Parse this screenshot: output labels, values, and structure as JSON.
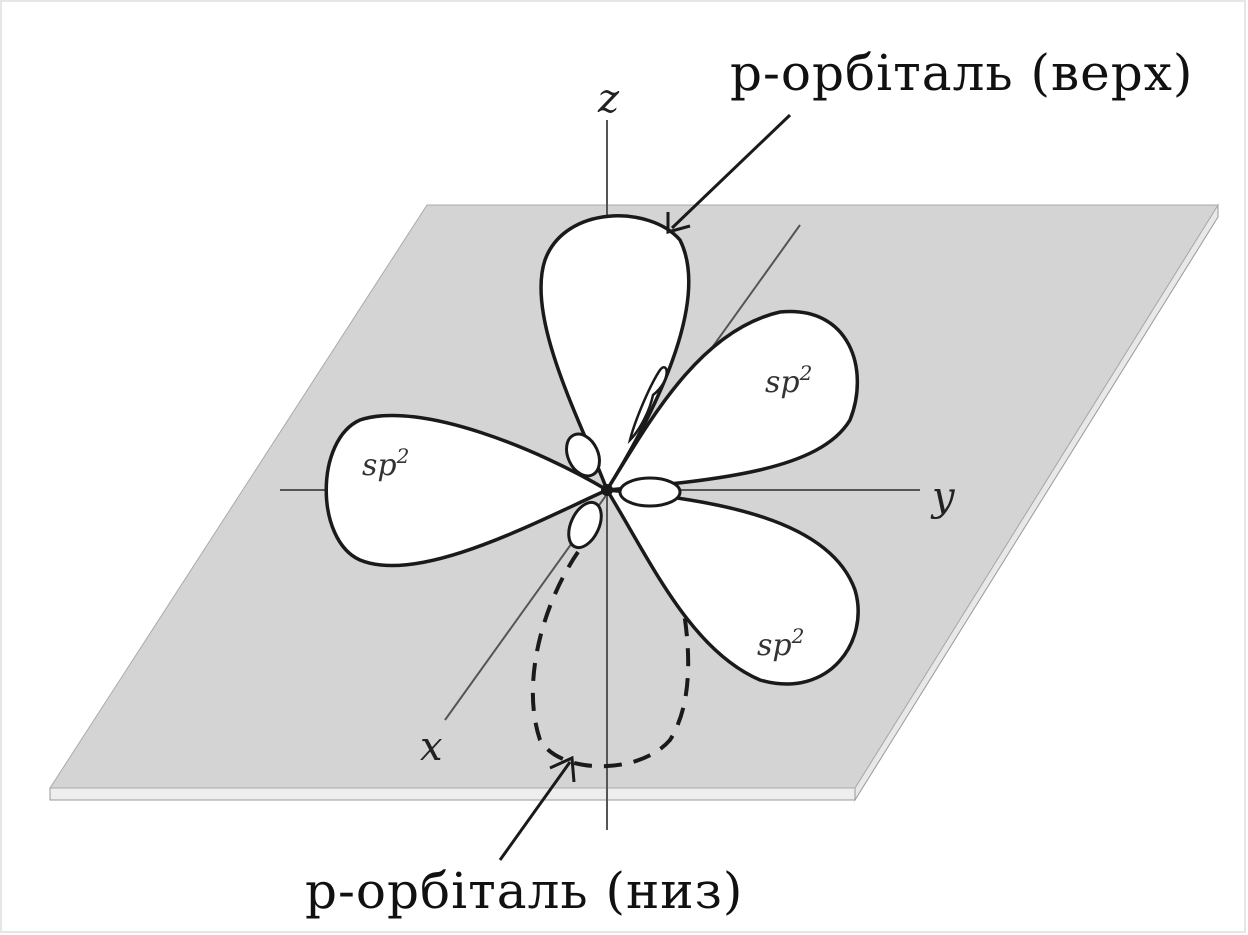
{
  "labels": {
    "p_top": "p-орбіталь (верх)",
    "p_bottom": "p-орбіталь (низ)",
    "sp2": "sp",
    "sp2_sup": "2"
  },
  "axes": {
    "x": "x",
    "y": "y",
    "z": "z"
  },
  "colors": {
    "plane": "#d4d4d4",
    "plane_edge": "#f4f4f4",
    "line": "#1a1a1a",
    "axis": "#555555"
  }
}
